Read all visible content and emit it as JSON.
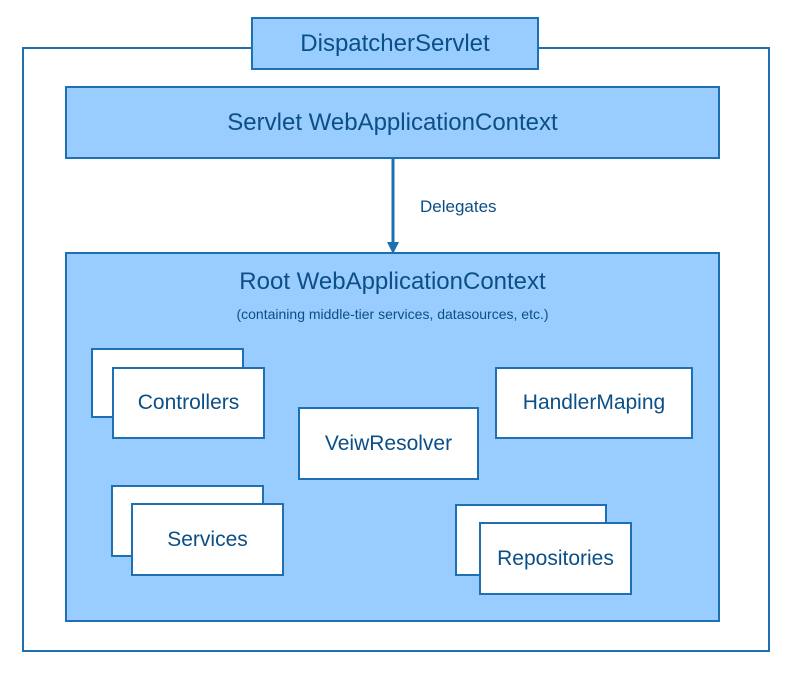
{
  "diagram": {
    "outer_title": "DispatcherServlet",
    "servlet_context": "Servlet WebApplicationContext",
    "arrow_label": "Delegates",
    "root_context": {
      "title": "Root WebApplicationContext",
      "subtitle": "(containing middle-tier services, datasources, etc.)"
    },
    "components": {
      "controllers": "Controllers",
      "view_resolver": "VeiwResolver",
      "handler_mapping": "HandlerMaping",
      "services": "Services",
      "repositories": "Repositories"
    },
    "colors": {
      "fill": "#99ccff",
      "border": "#1f6fb3",
      "text": "#0b4f86"
    }
  }
}
